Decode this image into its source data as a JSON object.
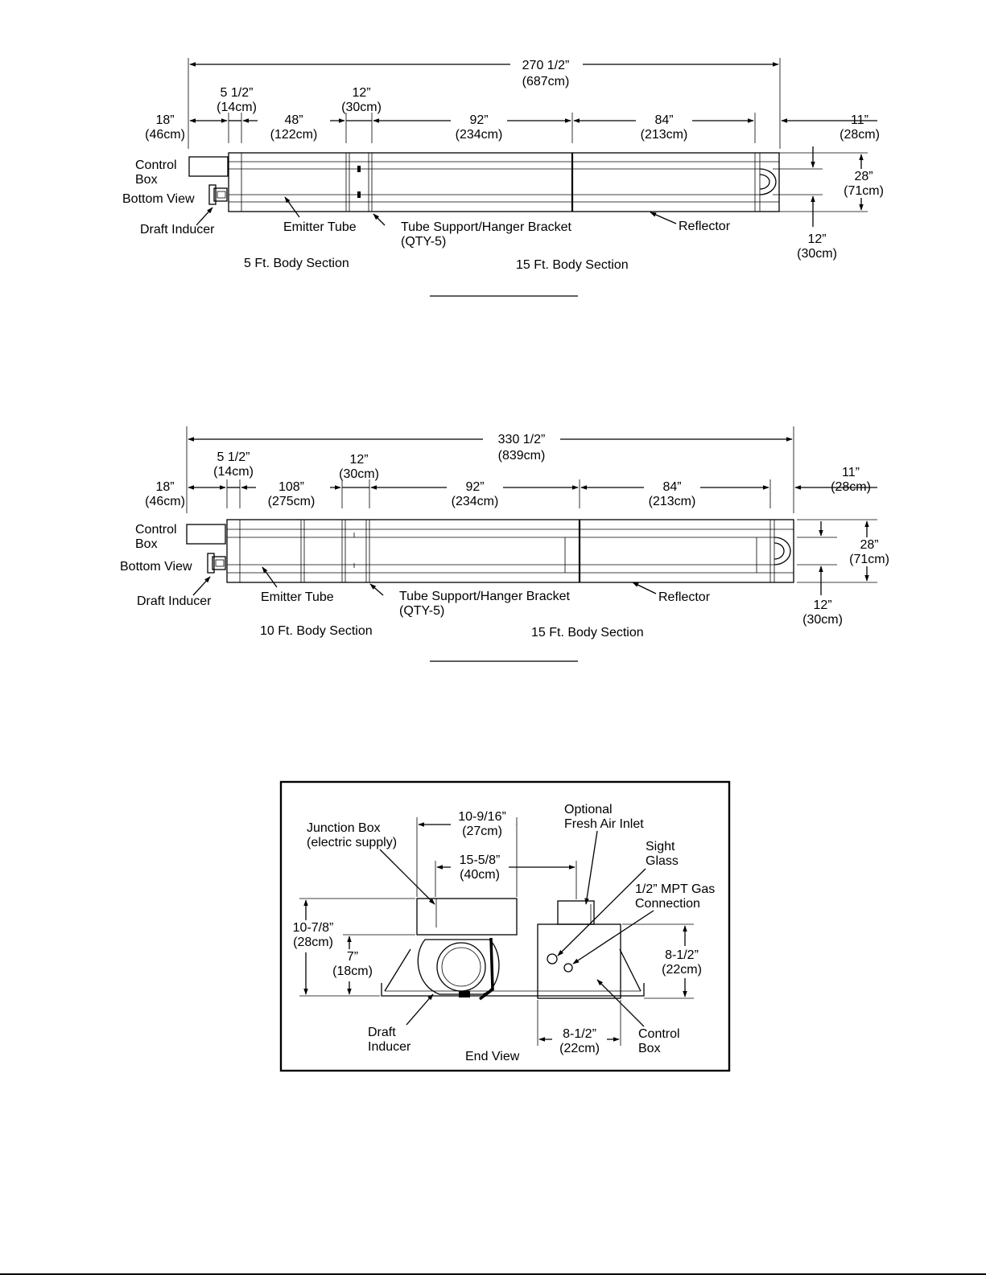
{
  "diagram1": {
    "total": [
      "270 1/2”",
      "(687cm)"
    ],
    "d5_5": [
      "5 1/2”",
      "(14cm)"
    ],
    "d12": [
      "12”",
      "(30cm)"
    ],
    "d18": [
      "18”",
      "(46cm)"
    ],
    "d48": [
      "48”",
      "(122cm)"
    ],
    "d92": [
      "92”",
      "(234cm)"
    ],
    "d84": [
      "84”",
      "(213cm)"
    ],
    "d11": [
      "11”",
      "(28cm)"
    ],
    "d28": [
      "28”",
      "(71cm)"
    ],
    "d12b": [
      "12”",
      "(30cm)"
    ],
    "control_box": [
      "Control",
      "Box"
    ],
    "bottom_view": "Bottom View",
    "draft_inducer": "Draft Inducer",
    "emitter_tube": "Emitter Tube",
    "tube_support": [
      "Tube Support/Hanger Bracket",
      "(QTY-5)"
    ],
    "reflector": "Reflector",
    "section_a": "5 Ft. Body Section",
    "section_b": "15 Ft. Body Section"
  },
  "diagram2": {
    "total": [
      "330 1/2”",
      "(839cm)"
    ],
    "d5_5": [
      "5 1/2”",
      "(14cm)"
    ],
    "d12": [
      "12”",
      "(30cm)"
    ],
    "d18": [
      "18”",
      "(46cm)"
    ],
    "d108": [
      "108”",
      "(275cm)"
    ],
    "d92": [
      "92”",
      "(234cm)"
    ],
    "d84": [
      "84”",
      "(213cm)"
    ],
    "d11": [
      "11”",
      "(28cm)"
    ],
    "d28": [
      "28”",
      "(71cm)"
    ],
    "d12b": [
      "12”",
      "(30cm)"
    ],
    "control_box": [
      "Control",
      "Box"
    ],
    "bottom_view": "Bottom View",
    "draft_inducer": "Draft Inducer",
    "emitter_tube": "Emitter Tube",
    "tube_support": [
      "Tube Support/Hanger Bracket",
      "(QTY-5)"
    ],
    "reflector": "Reflector",
    "section_a": "10 Ft. Body Section",
    "section_b": "15 Ft. Body Section"
  },
  "diagram3": {
    "junction_box": [
      "Junction Box",
      "(electric supply)"
    ],
    "d10_9_16": [
      "10-9/16”",
      "(27cm)"
    ],
    "optional_inlet": [
      "Optional",
      "Fresh Air Inlet"
    ],
    "sight_glass": [
      "Sight",
      "Glass"
    ],
    "d15_5_8": [
      "15-5/8”",
      "(40cm)"
    ],
    "gas_connection": [
      "1/2” MPT Gas",
      "Connection"
    ],
    "d10_7_8": [
      "10-7/8”",
      "(28cm)"
    ],
    "d7": [
      "7”",
      "(18cm)"
    ],
    "d8_5_right": [
      "8-1/2”",
      "(22cm)"
    ],
    "d8_5_bottom": [
      "8-1/2”",
      "(22cm)"
    ],
    "draft_inducer": [
      "Draft",
      "Inducer"
    ],
    "control_box": [
      "Control",
      "Box"
    ],
    "end_view": "End View"
  }
}
